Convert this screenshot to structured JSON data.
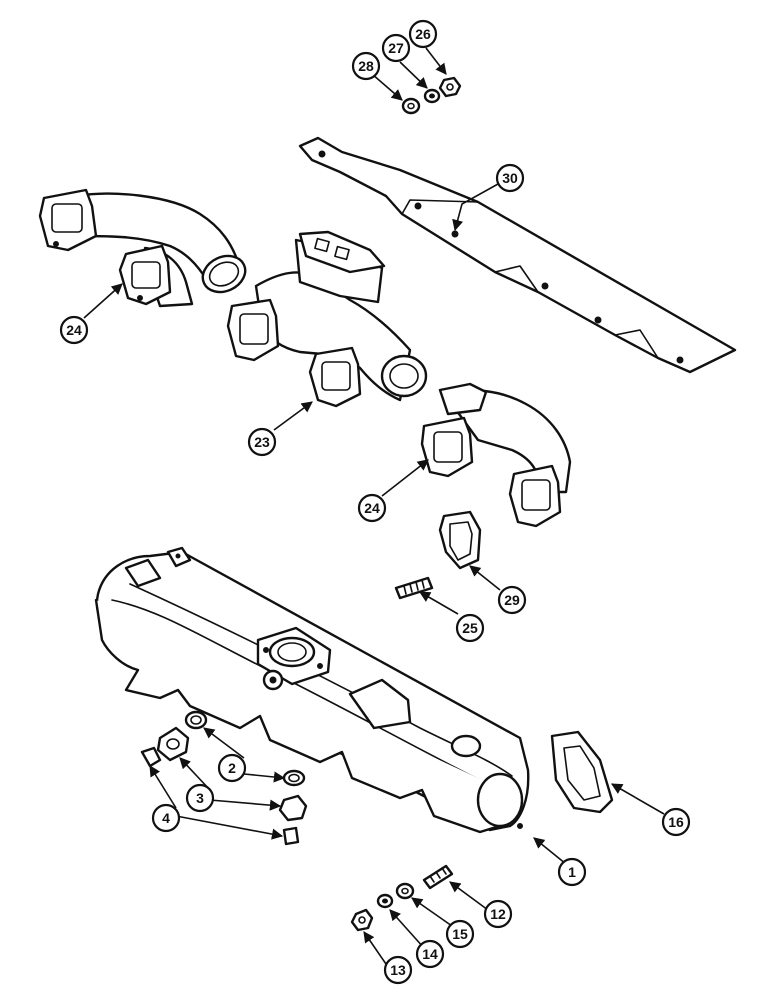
{
  "callouts": [
    {
      "id": "c1",
      "label": "1"
    },
    {
      "id": "c2",
      "label": "2"
    },
    {
      "id": "c3",
      "label": "3"
    },
    {
      "id": "c4",
      "label": "4"
    },
    {
      "id": "c12",
      "label": "12"
    },
    {
      "id": "c13",
      "label": "13"
    },
    {
      "id": "c14",
      "label": "14"
    },
    {
      "id": "c15",
      "label": "15"
    },
    {
      "id": "c16",
      "label": "16"
    },
    {
      "id": "c23",
      "label": "23"
    },
    {
      "id": "c24a",
      "label": "24"
    },
    {
      "id": "c24b",
      "label": "24"
    },
    {
      "id": "c25",
      "label": "25"
    },
    {
      "id": "c26",
      "label": "26"
    },
    {
      "id": "c27",
      "label": "27"
    },
    {
      "id": "c28",
      "label": "28"
    },
    {
      "id": "c29",
      "label": "29"
    },
    {
      "id": "c30",
      "label": "30"
    }
  ]
}
